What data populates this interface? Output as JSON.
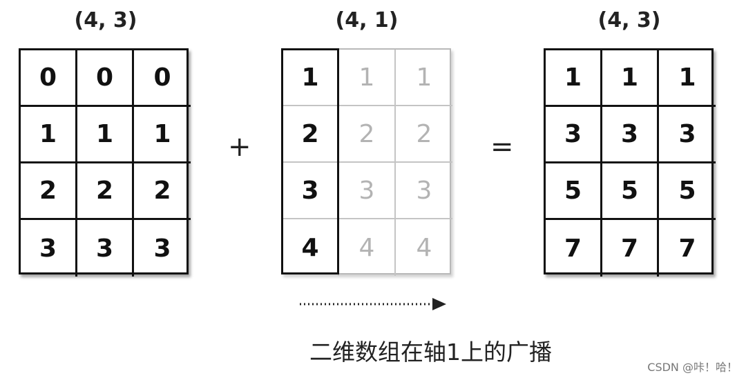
{
  "left": {
    "label": "(4, 3)",
    "cells": [
      [
        "0",
        "0",
        "0"
      ],
      [
        "1",
        "1",
        "1"
      ],
      [
        "2",
        "2",
        "2"
      ],
      [
        "3",
        "3",
        "3"
      ]
    ]
  },
  "middle": {
    "label": "(4, 1)",
    "cells": [
      [
        "1",
        "1",
        "1"
      ],
      [
        "2",
        "2",
        "2"
      ],
      [
        "3",
        "3",
        "3"
      ],
      [
        "4",
        "4",
        "4"
      ]
    ]
  },
  "right": {
    "label": "(4, 3)",
    "cells": [
      [
        "1",
        "1",
        "1"
      ],
      [
        "3",
        "3",
        "3"
      ],
      [
        "5",
        "5",
        "5"
      ],
      [
        "7",
        "7",
        "7"
      ]
    ]
  },
  "ops": {
    "plus": "+",
    "equals": "="
  },
  "caption": "二维数组在轴1上的广播",
  "watermark": "CSDN @咔！哈！"
}
